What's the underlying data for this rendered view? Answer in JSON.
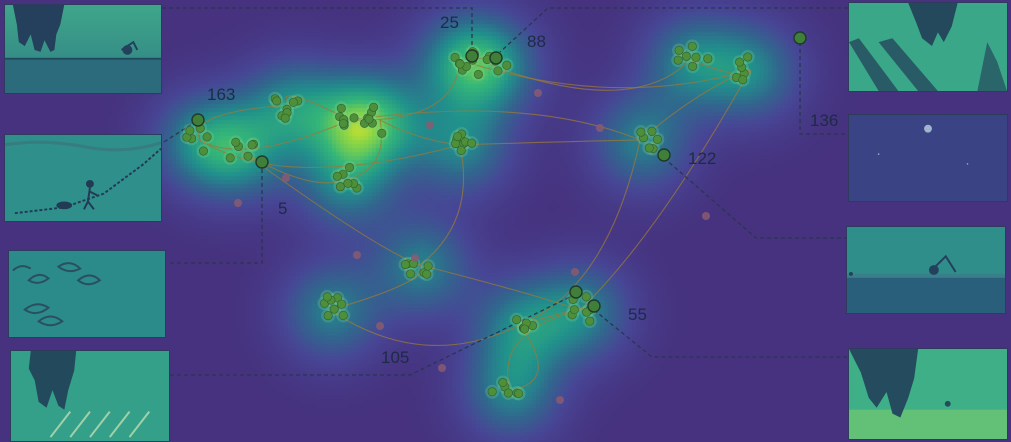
{
  "labels": {
    "l25": "25",
    "l88": "88",
    "l163": "163",
    "l136": "136",
    "l122": "122",
    "l5": "5",
    "l55": "55",
    "l105": "105"
  },
  "colors": {
    "background": "#4a3a93",
    "heat_low": "#46327e",
    "heat_mid": "#21918c",
    "heat_high": "#fde725",
    "edge": "#9a7a3a",
    "node": "#4e8f3a",
    "leader": "#2b3552"
  },
  "thumbnails": [
    {
      "id": "frame-top-left",
      "scene": "silhouette-cyclist-under-tree"
    },
    {
      "id": "frame-sketch",
      "scene": "sketch-figure-with-dog"
    },
    {
      "id": "frame-leaves",
      "scene": "floating-leaves"
    },
    {
      "id": "frame-bottom-left",
      "scene": "tree-with-running-figures"
    },
    {
      "id": "frame-top-right",
      "scene": "tree-shadows-at-dusk"
    },
    {
      "id": "frame-moon",
      "scene": "night-sky-with-moon"
    },
    {
      "id": "frame-mid-right",
      "scene": "cyclist-on-shore"
    },
    {
      "id": "frame-bottom-right",
      "scene": "tree-by-beach"
    }
  ]
}
